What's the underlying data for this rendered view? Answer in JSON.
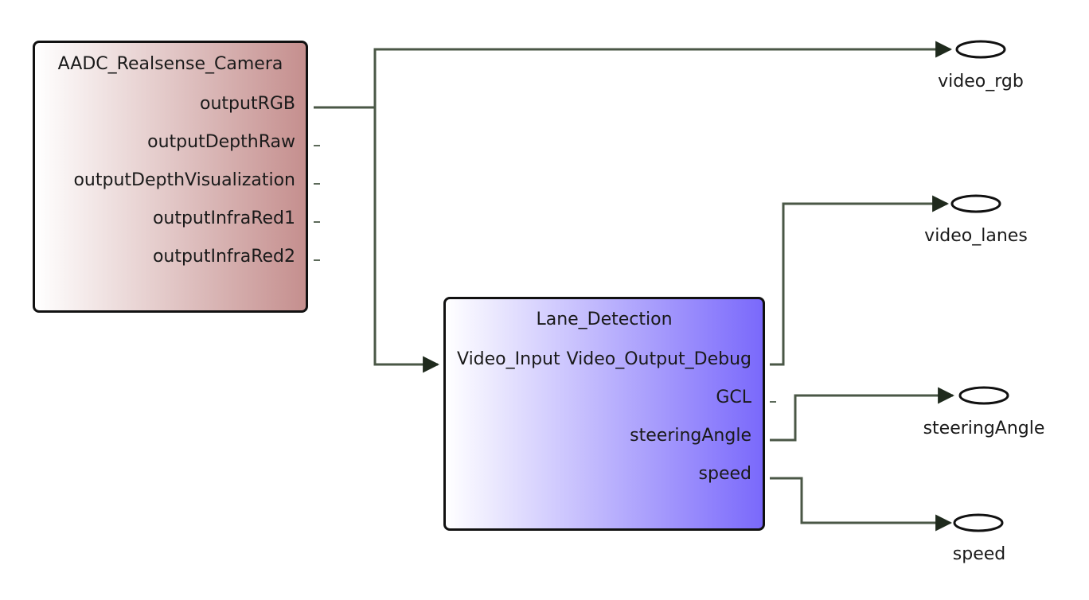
{
  "blocks": {
    "camera": {
      "title": "AADC_Realsense_Camera",
      "outputs": [
        "outputRGB",
        "outputDepthRaw",
        "outputDepthVisualization",
        "outputInfraRed1",
        "outputInfraRed2"
      ],
      "gradient": [
        "#ffffff",
        "#c58f8e"
      ]
    },
    "lane": {
      "title": "Lane_Detection",
      "input": "Video_Input",
      "outputs": [
        "Video_Output_Debug",
        "GCL",
        "steeringAngle",
        "speed"
      ],
      "gradient": [
        "#ffffff",
        "#7a69fb"
      ]
    }
  },
  "terminals": [
    "video_rgb",
    "video_lanes",
    "steeringAngle",
    "speed"
  ],
  "colors": {
    "wire": "#3f4b3c",
    "border": "#111111"
  }
}
